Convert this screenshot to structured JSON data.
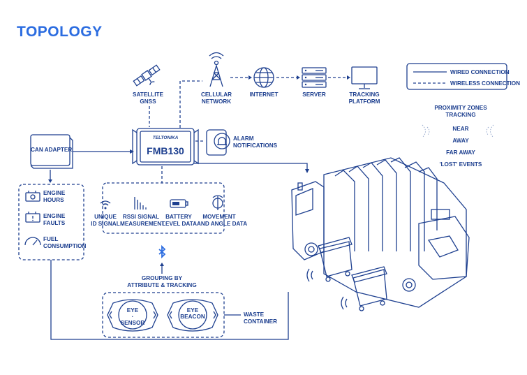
{
  "title": "TOPOLOGY",
  "legend": {
    "wired": "WIRED CONNECTION",
    "wireless": "WIRELESS CONNECTION"
  },
  "top_nodes": {
    "satellite": [
      "SATELLITE",
      "GNSS"
    ],
    "cellular": [
      "CELLULAR",
      "NETWORK"
    ],
    "internet": "INTERNET",
    "server": "SERVER",
    "tracking": [
      "TRACKING",
      "PLATFORM"
    ]
  },
  "alarm": [
    "ALARM",
    "NOTIFICATIONS"
  ],
  "device": {
    "brand": "TELTONIKA",
    "model": "FMB130"
  },
  "can_adapter": "CAN ADAPTER",
  "can_items": [
    [
      "ENGINE",
      "HOURS"
    ],
    [
      "ENGINE",
      "FAULTS"
    ],
    [
      "FUEL",
      "CONSUMPTION"
    ]
  ],
  "features": [
    [
      "UNIQUE",
      "ID SIGNAL"
    ],
    [
      "RSSI SIGNAL",
      "MEASUREMENT"
    ],
    [
      "BATTERY",
      "LEVEL DATA"
    ],
    [
      "MOVEMENT",
      "AND ANGLE DATA"
    ]
  ],
  "grouping": [
    "GROUPING BY",
    "ATTRIBUTE & TRACKING"
  ],
  "sensors": [
    {
      "line1": "EYE",
      "line2": "SENSOR"
    },
    {
      "line1": "EYE",
      "line2": "BEACON"
    }
  ],
  "waste": [
    "WASTE",
    "CONTAINER"
  ],
  "proximity": {
    "heading": [
      "PROXIMITY ZONES",
      "TRACKING"
    ],
    "zones": [
      "NEAR",
      "AWAY",
      "FAR AWAY",
      "'LOST' EVENTS"
    ]
  },
  "colors": {
    "primary": "#1d3f8f",
    "title": "#2b6ce0",
    "bluetooth": "#2b6ce0"
  }
}
